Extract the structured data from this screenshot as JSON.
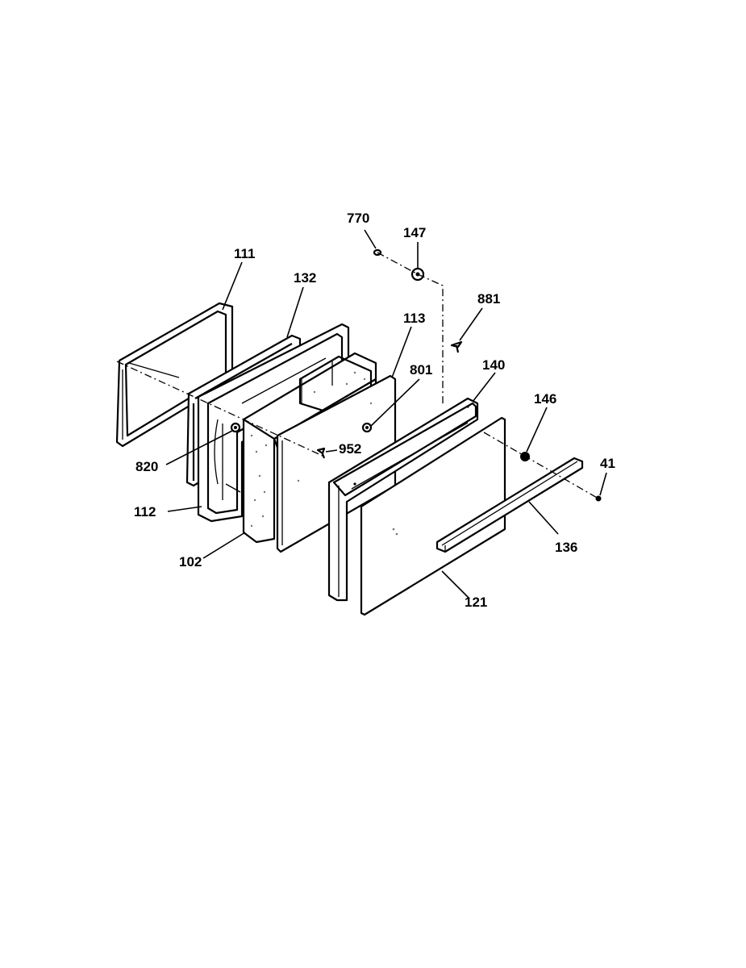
{
  "diagram": {
    "labels": {
      "p770": "770",
      "p147": "147",
      "p111": "111",
      "p132": "132",
      "p881": "881",
      "p113": "113",
      "p801": "801",
      "p140": "140",
      "p146": "146",
      "p41": "41",
      "p820": "820",
      "p952": "952",
      "p112": "112",
      "p102": "102",
      "p136": "136",
      "p121": "121"
    }
  }
}
